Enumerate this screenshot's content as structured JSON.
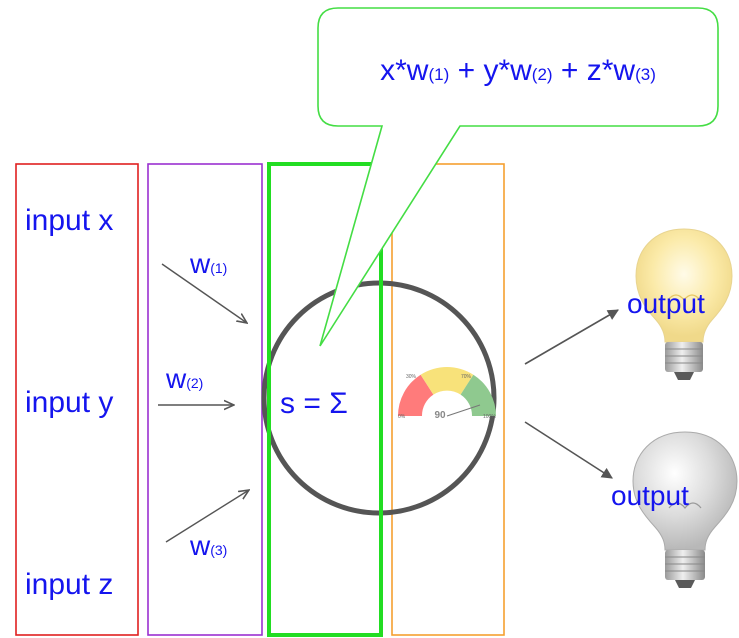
{
  "inputs": {
    "x": "input x",
    "y": "input y",
    "z": "input z"
  },
  "weights": {
    "w1_base": "w",
    "w1_sub": "(1)",
    "w2_base": "w",
    "w2_sub": "(2)",
    "w3_base": "w",
    "w3_sub": "(3)"
  },
  "callout": {
    "t1": "x*w",
    "s1": "(1)",
    "t2": " + y*w",
    "s2": "(2)",
    "t3": " + z*w",
    "s3": "(3)"
  },
  "neuron": {
    "sum_label": "s = Σ"
  },
  "gauge": {
    "value": 90,
    "value_label": "90",
    "tick_0": "0%",
    "tick_30": "30%",
    "tick_70": "70%",
    "tick_100": "100%"
  },
  "outputs": {
    "top": "output",
    "bottom": "output"
  },
  "colors": {
    "text_blue": "#1515ee",
    "input_box": "#e02020",
    "weight_box": "#9b30d0",
    "sum_box": "#22dd22",
    "activation_box": "#f5a030",
    "neuron_circle": "#555555",
    "callout_border": "#44dd44",
    "gauge_red": "#ff7b7b",
    "gauge_yellow": "#f8e27a",
    "gauge_green": "#8fc98f",
    "bulb_lit": "#fbe9a8",
    "bulb_unlit": "#d8d8d8"
  },
  "icons": {
    "bulb_top": "lit-lightbulb-icon",
    "bulb_bottom": "unlit-lightbulb-icon",
    "gauge": "gauge-icon"
  }
}
